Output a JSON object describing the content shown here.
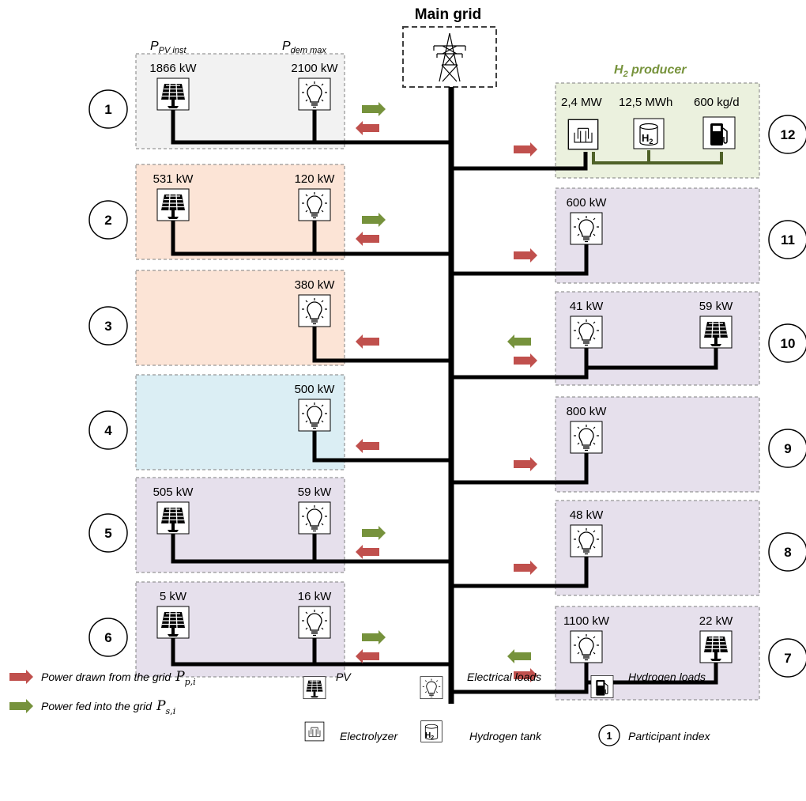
{
  "title": "Main grid",
  "col_headers": {
    "pv_main": "P",
    "pv_sub": "PV inst",
    "dem_main": "P",
    "dem_sub": "dem max"
  },
  "h2_producer": {
    "label_main": "H",
    "label_sub": "2",
    "label_rest": " producer",
    "electrolyzer": "2,4 MW",
    "tank": "12,5 MWh",
    "station": "600 kg/d",
    "tank_text": "H",
    "tank_sub": "2"
  },
  "participants": [
    {
      "index": "1",
      "pv": "1866 kW",
      "load": "2100 kW"
    },
    {
      "index": "2",
      "pv": "531 kW",
      "load": "120 kW"
    },
    {
      "index": "3",
      "load": "380 kW"
    },
    {
      "index": "4",
      "load": "500 kW"
    },
    {
      "index": "5",
      "pv": "505 kW",
      "load": "59 kW"
    },
    {
      "index": "6",
      "pv": "5 kW",
      "load": "16 kW"
    },
    {
      "index": "7",
      "load": "1100 kW",
      "pv": "22 kW"
    },
    {
      "index": "8",
      "load": "48 kW"
    },
    {
      "index": "9",
      "load": "800 kW"
    },
    {
      "index": "10",
      "load": "41 kW",
      "pv": "59 kW"
    },
    {
      "index": "11",
      "load": "600 kW"
    },
    {
      "index": "12"
    }
  ],
  "legend": {
    "drawn": "Power drawn from the grid",
    "drawn_sym": "P",
    "drawn_sub": "p,i",
    "fed": "Power fed into the grid",
    "fed_sym": "P",
    "fed_sub": "s,i",
    "pv": "PV",
    "loads": "Electrical loads",
    "h2_loads": "Hydrogen loads",
    "electrolyzer": "Electrolyzer",
    "tank": "Hydrogen tank",
    "index": "Participant index",
    "index_sample": "1",
    "tank_text": "H",
    "tank_sub": "2"
  },
  "colors": {
    "grey": "#f2f2f2",
    "orange": "#fce4d6",
    "blue": "#dbeef4",
    "purple": "#e6e0ec",
    "green": "#ebf1de",
    "arrow_red": "#c0504d",
    "arrow_green": "#76923c",
    "h2_label": "#77933c",
    "h2_line": "#4f6228"
  }
}
